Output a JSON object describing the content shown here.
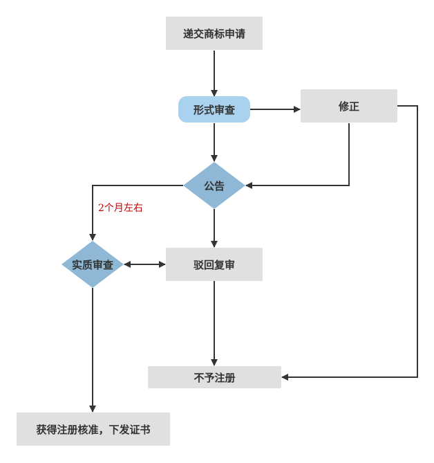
{
  "nodes": {
    "submit": "递交商标申请",
    "formal_review": "形式审查",
    "correction": "修正",
    "announcement": "公告",
    "substantive_review": "实质审查",
    "rejection_review": "驳回复审",
    "not_registered": "不予注册",
    "approved": "获得注册核准，下发证书"
  },
  "annotations": {
    "duration": "2个月左右"
  },
  "colors": {
    "rect_fill": "#e0e0e0",
    "pill_fill": "#a9d2f0",
    "diamond_fill": "#8fb8d6",
    "edge": "#333333",
    "note_text": "#c00000"
  }
}
